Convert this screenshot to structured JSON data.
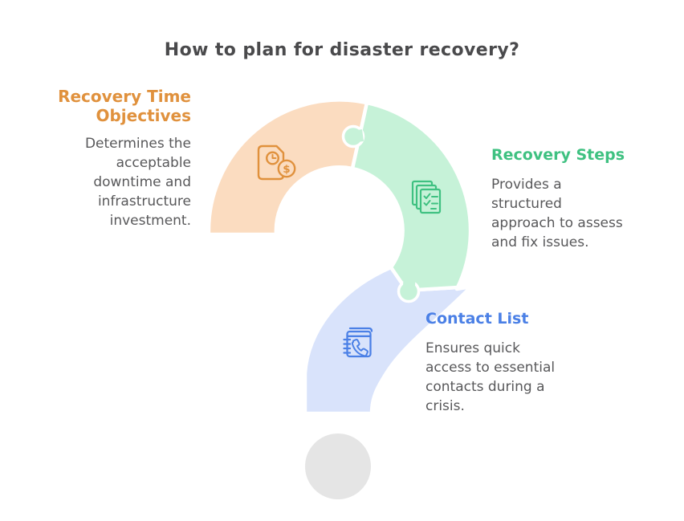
{
  "title": "How to plan for disaster recovery?",
  "sections": [
    {
      "heading": "Recovery Time\nObjectives",
      "description": "Determines the\nacceptable\ndowntime and\ninfrastructure\ninvestment.",
      "accent": "#e0913d",
      "fill": "#fbdcc0",
      "icon": "document-clock-dollar-icon",
      "icon_glyph": "$"
    },
    {
      "heading": "Recovery Steps",
      "description": "Provides a\nstructured\napproach to assess\nand fix issues.",
      "accent": "#3fc181",
      "fill": "#c6f2d8",
      "icon": "checklist-icon"
    },
    {
      "heading": "Contact List",
      "description": "Ensures quick\naccess to essential\ncontacts during a\ncrisis.",
      "accent": "#4b80e6",
      "fill": "#d9e3fb",
      "icon": "phone-book-icon"
    }
  ],
  "question_mark": {
    "dot_color": "#e5e5e5"
  },
  "colors": {
    "title": "#4a4a4c",
    "body_text": "#58585a",
    "background": "#ffffff",
    "piece_outline": "#ffffff"
  }
}
